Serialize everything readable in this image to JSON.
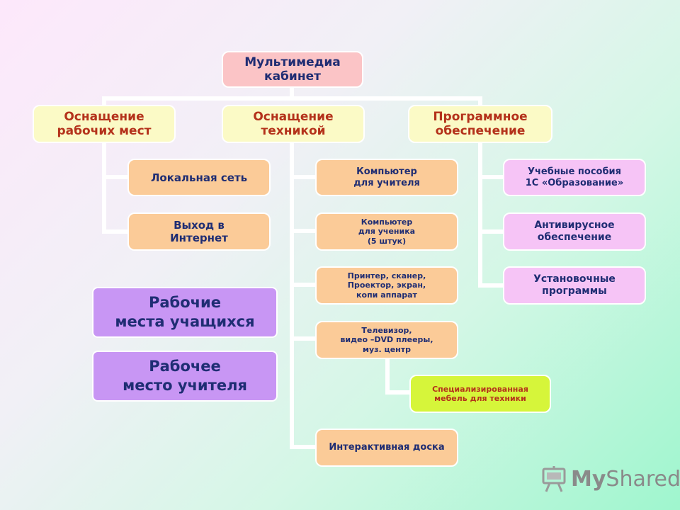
{
  "diagram": {
    "root": "Мультимедиа\nкабинет",
    "branches": [
      {
        "title": "Оснащение\nрабочих мест",
        "items": [
          "Локальная сеть",
          "Выход в\nИнтернет"
        ]
      },
      {
        "title": "Оснащение\nтехникой",
        "items": [
          "Компьютер\nдля учителя",
          "Компьютер\nдля ученика\n(5 штук)",
          "Принтер, сканер,\nПроектор, экран,\nкопи аппарат",
          "Телевизор,\nвидео –DVD плееры,\nмуз. центр",
          "Интерактивная доска"
        ],
        "sub_item": "Специализированная\nмебель для техники"
      },
      {
        "title": "Программное\nобеспечение",
        "items": [
          "Учебные пособия\n1С «Образование»",
          "Антивирусное\nобеспечение",
          "Установочные\nпрограммы"
        ]
      }
    ],
    "workplaces": [
      "Рабочие\nместа учащихся",
      "Рабочее\nместо учителя"
    ]
  },
  "logo": {
    "text_my": "My",
    "text_shared": "Shared",
    "icon": "presentation-board-icon"
  }
}
